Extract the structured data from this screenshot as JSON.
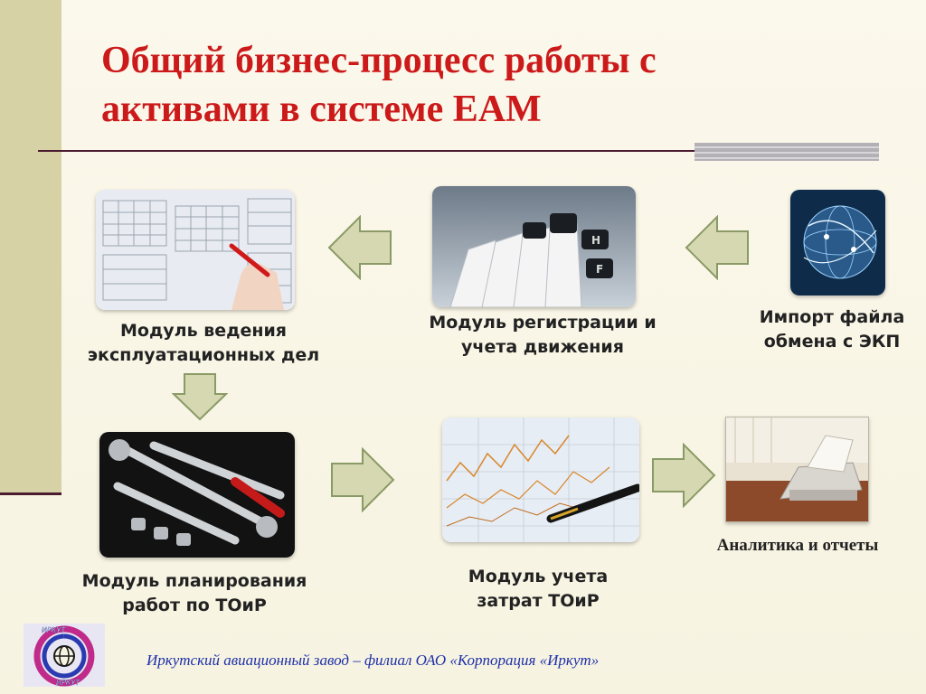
{
  "title": "Общий бизнес-процесс работы с активами в системе ЕАМ",
  "nodes": {
    "ops_module": "Модуль ведения эксплуатационных дел",
    "registration_module": "Модуль регистрации и учета движения",
    "import": "Импорт файла обмена с ЭКП",
    "planning_module": "Модуль планирования работ по ТОиР",
    "cost_module": "Модуль учета затрат ТОиР",
    "analytics": "Аналитика и отчеты"
  },
  "footer": "Иркутский  авиационный  завод  – филиал ОАО «Корпорация «Иркут»",
  "logo": {
    "top_text": "ИРКУТ",
    "bottom_text": "ИРКУТ"
  },
  "colors": {
    "title": "#cc1a1a",
    "sidebar": "#d6d2a6",
    "arrow_fill": "#d6d8b2",
    "arrow_stroke": "#8a9a66",
    "footer": "#1c2fa8"
  }
}
